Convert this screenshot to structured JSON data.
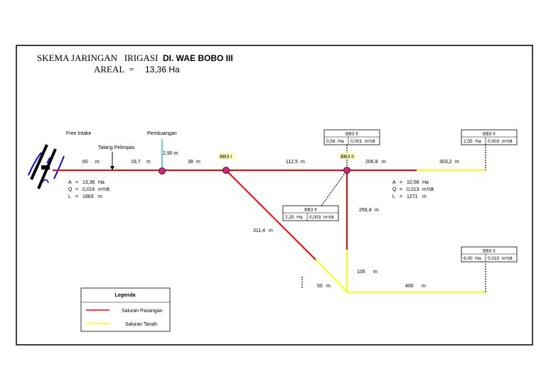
{
  "title": {
    "prefix": "SKEMA JARINGAN   IRIGASI",
    "name": "DI. WAE BOBO III",
    "areal_label": "AREAL  =",
    "areal_value": "13,36 Ha"
  },
  "labels": {
    "free_intake": "Free Intake",
    "talang_pelimpas": "Talang Pelimpas",
    "pembuangan": "Pembuangan",
    "d_290": "2,90 m",
    "bb3_i": "BB3 I",
    "bb3_ii": "BB3 II"
  },
  "segments": {
    "s60": "60",
    "s197": "19,7",
    "s38": "38",
    "s1125": "112,5",
    "s2068": "206,8",
    "s3032": "303,2",
    "s3114": "311,4",
    "s2564": "256,4",
    "s105": "105",
    "s50": "50",
    "s400": "400",
    "unit": "m"
  },
  "stats_main": {
    "a_label": "A",
    "a_value": "13,36",
    "a_unit": "Ha",
    "q_label": "Q",
    "q_value": "0,016",
    "q_unit": "m³/dt",
    "l_label": "L",
    "l_value": "1863",
    "l_unit": "m",
    "eq": "="
  },
  "stats_right": {
    "a_label": "A",
    "a_value": "10,56",
    "a_unit": "Ha",
    "q_label": "Q",
    "q_value": "0,013",
    "q_unit": "m³/dt",
    "l_label": "L",
    "l_value": "1271",
    "l_unit": "m",
    "eq": "="
  },
  "boxes": [
    {
      "title": "BB3 II",
      "area": "0,56  Ha",
      "flow": "0,001  m³/dt"
    },
    {
      "title": "BB3 II",
      "area": "2,55  Ha",
      "flow": "0,003  m³/dt"
    },
    {
      "title": "BB3 II",
      "area": "2,25  Ha",
      "flow": "0,003  m³/dt"
    },
    {
      "title": "BB3 II",
      "area": "6,00  Ha",
      "flow": "0,010  m³/dt"
    }
  ],
  "legend": {
    "title": "Legenda",
    "pasangan": "Saluran Pasangan",
    "tanah": "Saluran Tanah"
  },
  "colors": {
    "pasangan": "#ff0000",
    "tanah": "#ffff00",
    "node": "#e0207a",
    "pembuangan": "#00b0c0",
    "highlight": "#ffffc0",
    "intake": "#0000ff"
  }
}
